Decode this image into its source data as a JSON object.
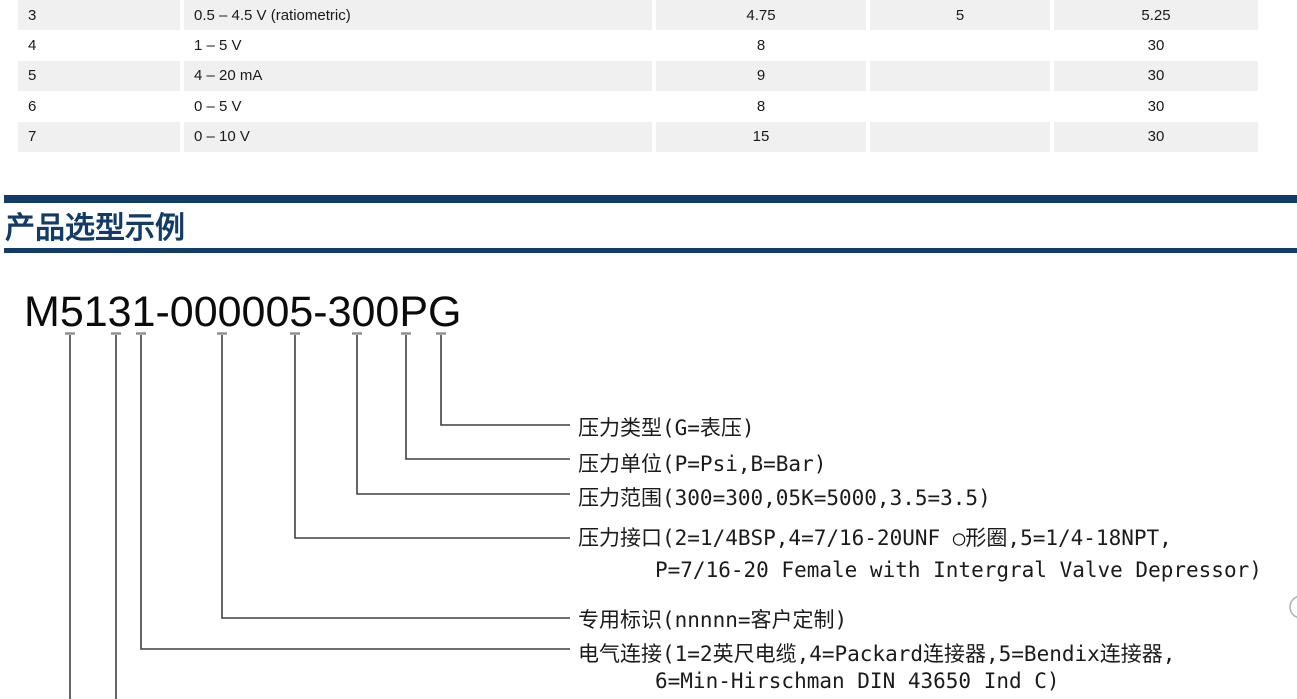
{
  "spec_table": {
    "rows": [
      {
        "id": "3",
        "description": "0.5 – 4.5 V (ratiometric)",
        "min": "4.75",
        "typ": "5",
        "max": "5.25"
      },
      {
        "id": "4",
        "description": "1 – 5 V",
        "min": "8",
        "typ": "",
        "max": "30"
      },
      {
        "id": "5",
        "description": "4 – 20 mA",
        "min": "9",
        "typ": "",
        "max": "30"
      },
      {
        "id": "6",
        "description": "0 – 5 V",
        "min": "8",
        "typ": "",
        "max": "30"
      },
      {
        "id": "7",
        "description": "0 – 10 V",
        "min": "15",
        "typ": "",
        "max": "30"
      }
    ]
  },
  "section": {
    "title": "产品选型示例"
  },
  "selection_example": {
    "part_number": "M5131-000005-300PG",
    "callouts": [
      {
        "label": "压力类型(G=表压)"
      },
      {
        "label": "压力单位(P=Psi,B=Bar)"
      },
      {
        "label": "压力范围(300=300,05K=5000,3.5=3.5)"
      },
      {
        "label": "压力接口(2=1/4BSP,4=7/16-20UNF ○形圈,5=1/4-18NPT,",
        "label2": "P=7/16-20 Female with Intergral Valve Depressor)"
      },
      {
        "label": "专用标识(nnnnn=客户定制)"
      },
      {
        "label": "电气连接(1=2英尺电缆,4=Packard连接器,5=Bendix连接器,",
        "label2": "6=Min-Hirschman DIN 43650 Ind C)"
      }
    ]
  },
  "colors": {
    "accent_navy": "#123b67",
    "row_shade": "#f0f0f0",
    "callout_line": "#3f3f3f",
    "callout_cap": "#8d8d8d"
  }
}
